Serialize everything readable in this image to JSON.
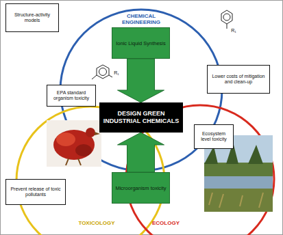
{
  "diagram": {
    "nodes": [
      {
        "text": [
          "Structure-activity models"
        ]
      },
      {
        "text": [
          "Ionic Liquid Synthesis"
        ]
      },
      {
        "text": [
          "Lower costs of mitigation and clean-up"
        ]
      },
      {
        "text": [
          "EPA standard organism toxicity"
        ]
      },
      {
        "text": [
          "DESIGN GREEN INDUSTRIAL CHEMICALS"
        ]
      },
      {
        "text": [
          "Ecosystem level toxicity"
        ]
      },
      {
        "text": [
          "Prevent release of toxic pollutants"
        ]
      },
      {
        "text": [
          "Microorganism toxicity"
        ]
      }
    ],
    "edges": [
      {
        "from": 1,
        "to": 4,
        "arrow": "to"
      },
      {
        "from": 7,
        "to": 4,
        "arrow": "to"
      }
    ],
    "labels": [
      "CHEMICAL ENGINEERING",
      "TOXICOLOGY",
      "ECOLOGY",
      "R₁",
      "R₁"
    ]
  }
}
